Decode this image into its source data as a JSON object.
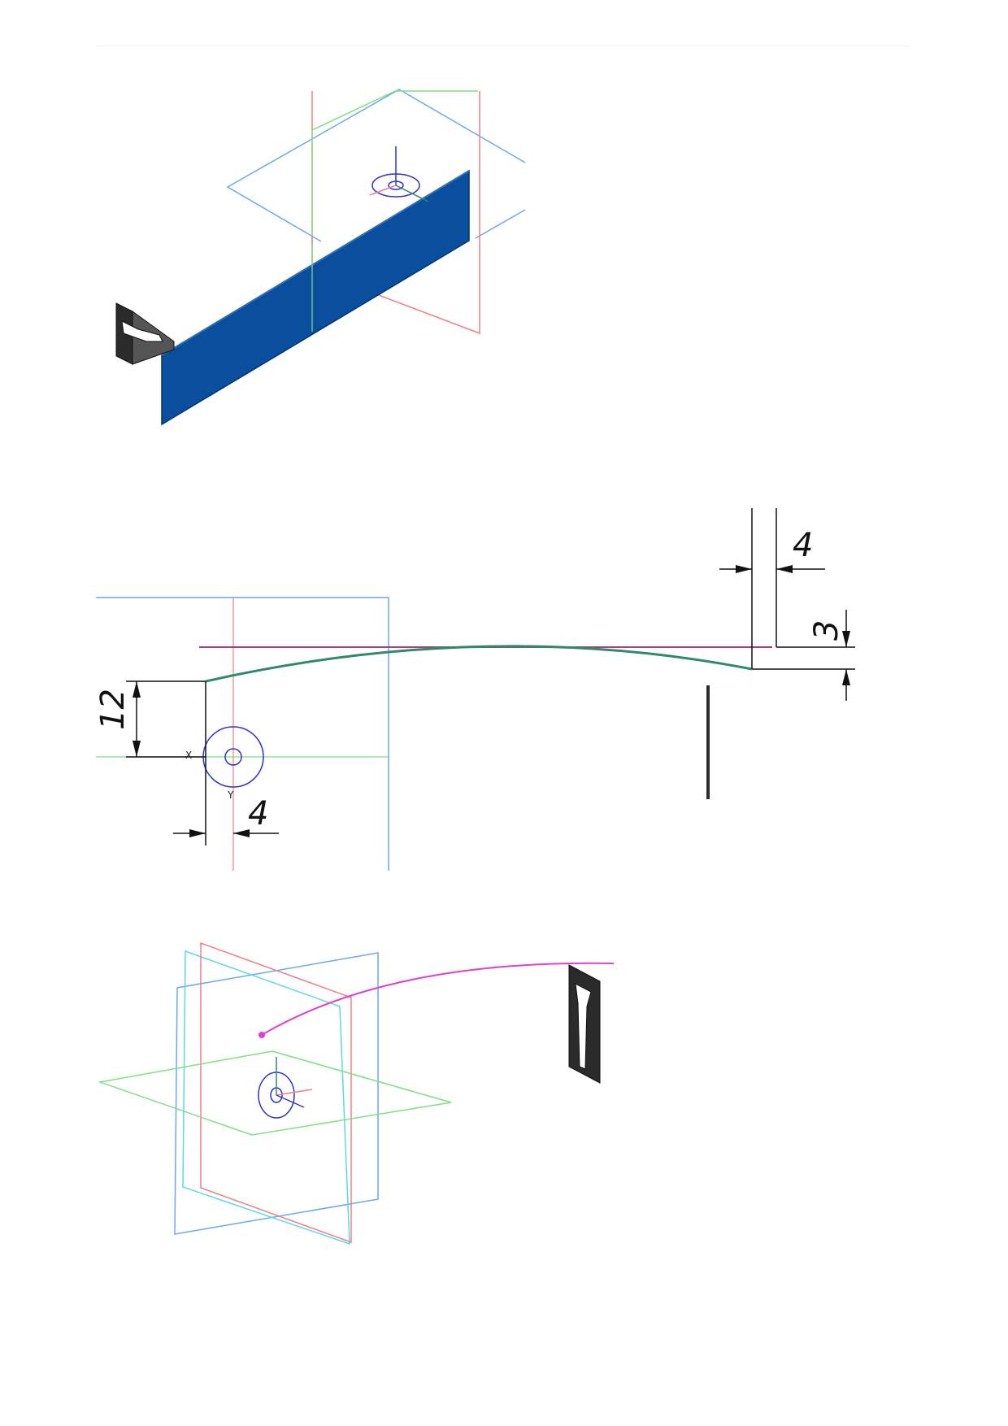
{
  "colors": {
    "plane_red": "#f08080",
    "plane_green": "#7ee07e",
    "plane_blue": "#6aa8f0",
    "plane_cyan": "#5ad8e8",
    "strip_blue": "#0a4f9e",
    "profile_dark": "#2b2b2b",
    "curve_green": "#2e8b66",
    "line_magenta": "#b03a7a",
    "path_magenta": "#e040d0",
    "origin_blue": "#3030d0",
    "dimension_black": "#111111"
  },
  "figure_sketch": {
    "dimensions": {
      "top_width": "4",
      "top_height": "3",
      "left_height": "12",
      "bottom_width": "4"
    },
    "origin_labels": {
      "x_axis": "X",
      "y_axis": "Y"
    }
  },
  "icons": {
    "strip_figure": "sheet-metal-strip-icon",
    "profile_figure": "clip-profile-icon"
  }
}
